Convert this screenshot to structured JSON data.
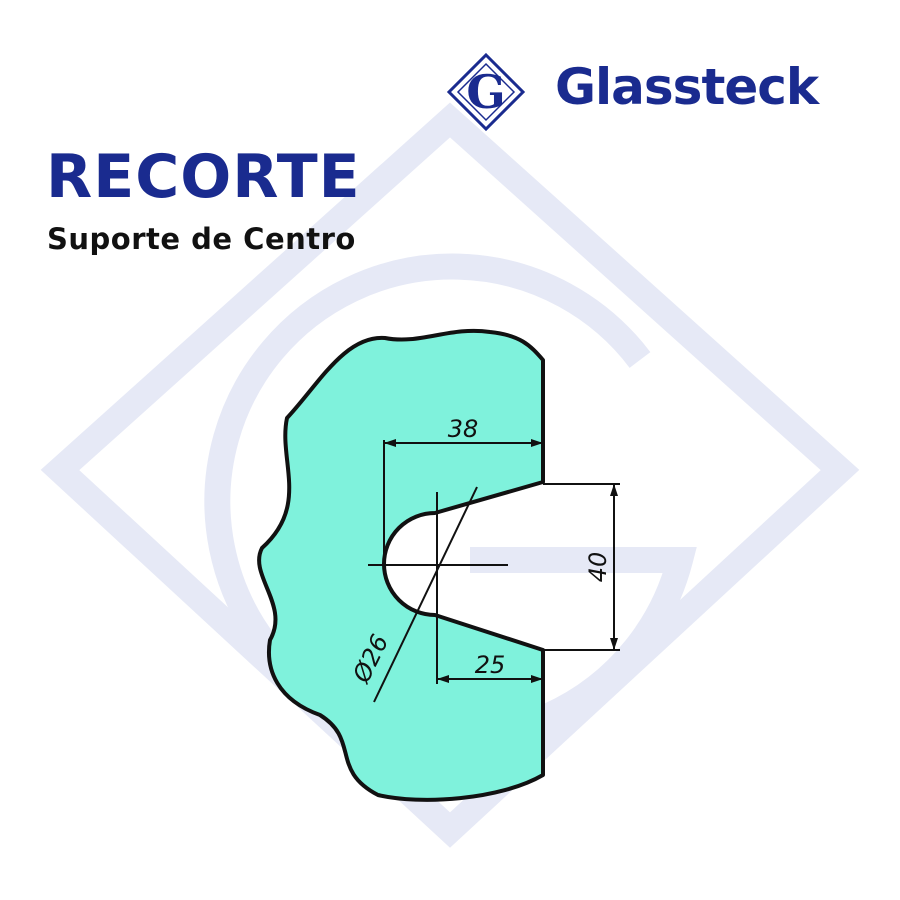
{
  "brand": {
    "name": "Glassteck",
    "logo_letter": "G",
    "logo_icon": "glassteck-g-diamond-icon",
    "color": "#1a2b8f"
  },
  "header": {
    "title": "RECORTE",
    "subtitle": "Suporte de Centro"
  },
  "diagram": {
    "glass_color": "#7ff2dc",
    "outline_color": "#111111",
    "dimensions": {
      "depth_total": "38",
      "notch_width": "40",
      "straight_length": "25",
      "diameter": "Ø26"
    }
  }
}
